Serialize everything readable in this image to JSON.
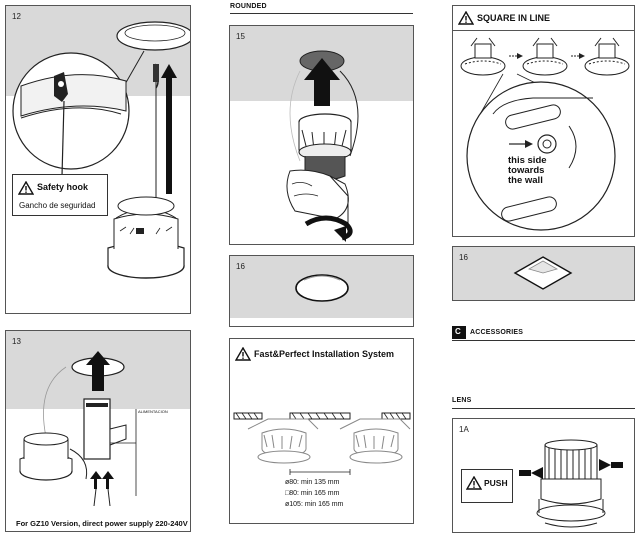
{
  "col2": {
    "section_label": "ROUNDED"
  },
  "panels": {
    "p12": {
      "number": "12",
      "warning_title": "Safety hook",
      "warning_subtitle": "Gancho de seguridad"
    },
    "p13": {
      "number": "13",
      "feed_label": "ALIMENTACION",
      "caption": "For GZ10 Version, direct power supply 220-240V"
    },
    "p15": {
      "number": "15"
    },
    "p16a": {
      "number": "16"
    },
    "fast": {
      "title": "Fast&Perfect Installation System",
      "dims": [
        "ø80: min 135 mm",
        "□80: min 165 mm",
        "ø105: min 165 mm"
      ]
    },
    "square": {
      "title": "SQUARE IN LINE",
      "wall_text": [
        "this side",
        "towards",
        "the wall"
      ]
    },
    "p16b": {
      "number": "16"
    },
    "accessories": {
      "letter": "C",
      "title": "ACCESSORIES"
    },
    "lens": {
      "section_label": "LENS",
      "number": "1A",
      "push_label": "PUSH"
    }
  },
  "colors": {
    "band_gray": "#d9d9d9",
    "line": "#333333",
    "panel_border": "#555555"
  }
}
